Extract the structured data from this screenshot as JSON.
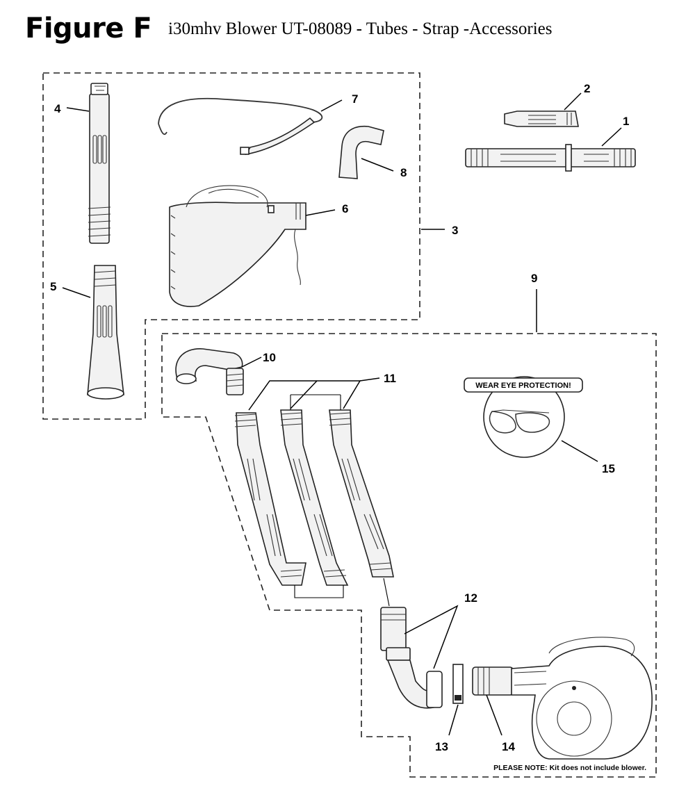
{
  "header": {
    "figure_label": "Figure F",
    "title": "i30mhv Blower UT-08089 - Tubes - Strap -Accessories"
  },
  "callouts": {
    "c1": "1",
    "c2": "2",
    "c3": "3",
    "c4": "4",
    "c5": "5",
    "c6": "6",
    "c7": "7",
    "c8": "8",
    "c9": "9",
    "c10": "10",
    "c11": "11",
    "c12": "12",
    "c13": "13",
    "c14": "14",
    "c15": "15"
  },
  "warning_label": "WEAR EYE PROTECTION!",
  "note": "PLEASE NOTE: Kit does not include blower."
}
